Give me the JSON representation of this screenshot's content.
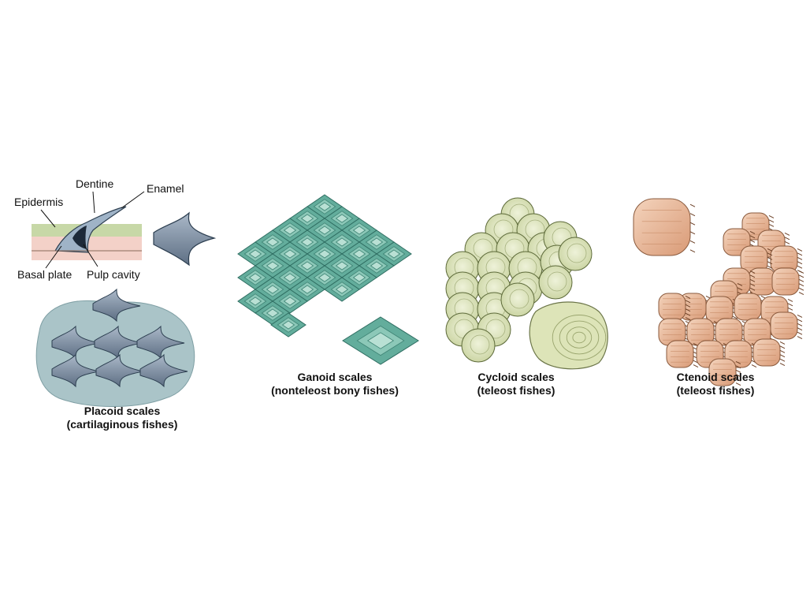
{
  "placoid": {
    "labels": {
      "dentine": "Dentine",
      "enamel": "Enamel",
      "epidermis": "Epidermis",
      "basal_plate": "Basal plate",
      "pulp_cavity": "Pulp cavity"
    },
    "caption_line1": "Placoid scales",
    "caption_line2": "(cartilaginous fishes)"
  },
  "ganoid": {
    "caption_line1": "Ganoid scales",
    "caption_line2": "(nonteleost bony fishes)"
  },
  "cycloid": {
    "caption_line1": "Cycloid scales",
    "caption_line2": "(teleost fishes)"
  },
  "ctenoid": {
    "caption_line1": "Ctenoid scales",
    "caption_line2": "(teleost fishes)"
  },
  "colors": {
    "placoid_scale": "#7b8c9f",
    "placoid_skin": "#a9c2c6",
    "ganoid": "#5fa596",
    "cycloid": "#d8dfb6",
    "ctenoid": "#e7b899"
  }
}
